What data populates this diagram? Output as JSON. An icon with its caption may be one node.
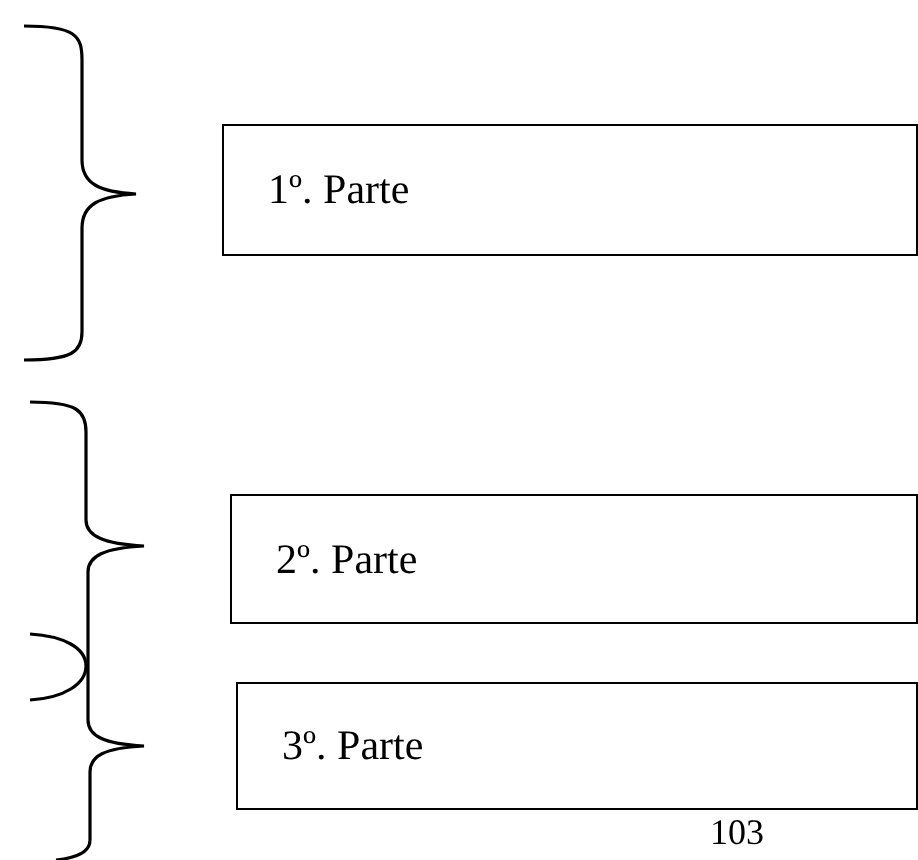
{
  "diagram": {
    "nodes": [
      {
        "text": [
          "1º. Parte"
        ]
      },
      {
        "text": [
          "2º. Parte"
        ]
      },
      {
        "text": [
          "3º. Parte"
        ]
      }
    ],
    "labels": [
      "103"
    ]
  }
}
